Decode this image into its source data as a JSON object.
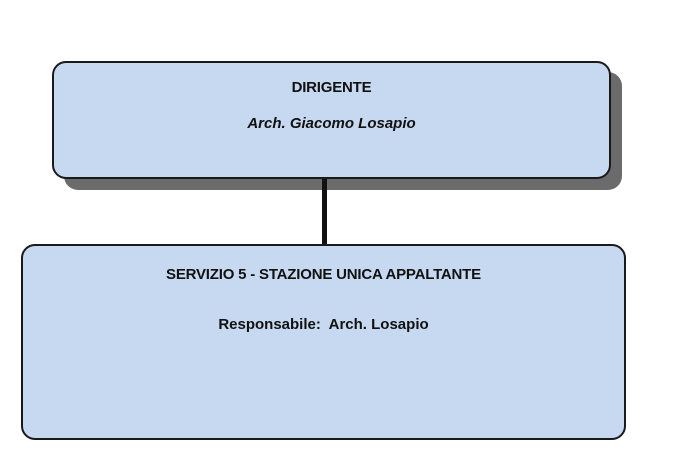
{
  "chart_data": {
    "type": "org-chart",
    "nodes": [
      {
        "id": "dirigente",
        "title": "DIRIGENTE",
        "subtitle": "Arch. Giacomo Losapio"
      },
      {
        "id": "servizio5",
        "title": "SERVIZIO 5 - STAZIONE UNICA APPALTANTE",
        "responsabile": "Responsabile:  Arch. Losapio"
      }
    ],
    "edges": [
      {
        "from": "dirigente",
        "to": "servizio5"
      }
    ]
  },
  "colors": {
    "box_fill": "#c6d9f0",
    "border": "#1a1a1a",
    "shadow": "#6b6b6b"
  }
}
